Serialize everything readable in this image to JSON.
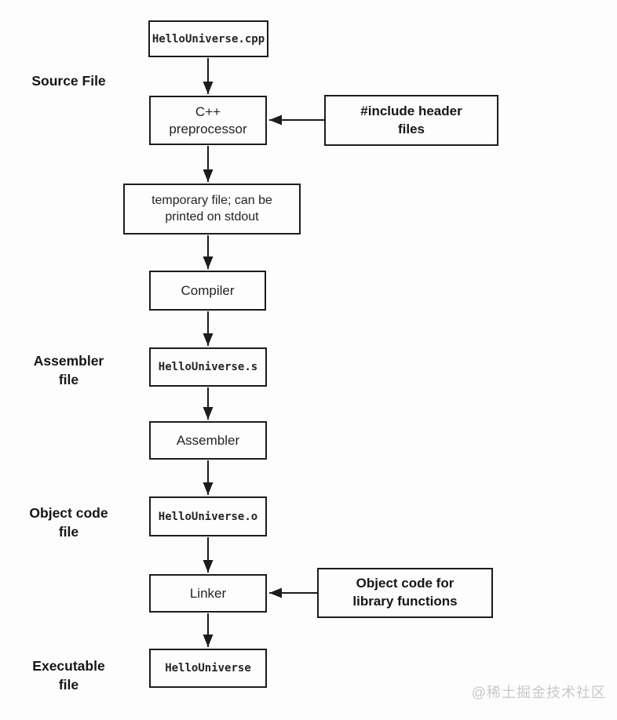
{
  "diagram_title": "C++ compilation pipeline flowchart",
  "nodes": {
    "source_cpp": {
      "label": "HelloUniverse.cpp"
    },
    "preprocessor": {
      "label": "C++\npreprocessor"
    },
    "temp_file": {
      "label": "temporary file; can be\nprinted on stdout"
    },
    "compiler": {
      "label": "Compiler"
    },
    "assembly_s": {
      "label": "HelloUniverse.s"
    },
    "assembler": {
      "label": "Assembler"
    },
    "object_o": {
      "label": "HelloUniverse.o"
    },
    "linker": {
      "label": "Linker"
    },
    "executable": {
      "label": "HelloUniverse"
    }
  },
  "side_notes": {
    "include_headers": {
      "label": "#include header\nfiles"
    },
    "library_objects": {
      "label": "Object code for\nlibrary functions"
    }
  },
  "stage_labels": {
    "source": "Source File",
    "assembler": "Assembler\nfile",
    "object": "Object code\nfile",
    "executable": "Executable\nfile"
  },
  "watermark": "@稀土掘金技术社区",
  "colors": {
    "line": "#1c1c1c",
    "background": "#fdfdfd",
    "watermark_text": "#c9c9c9"
  }
}
